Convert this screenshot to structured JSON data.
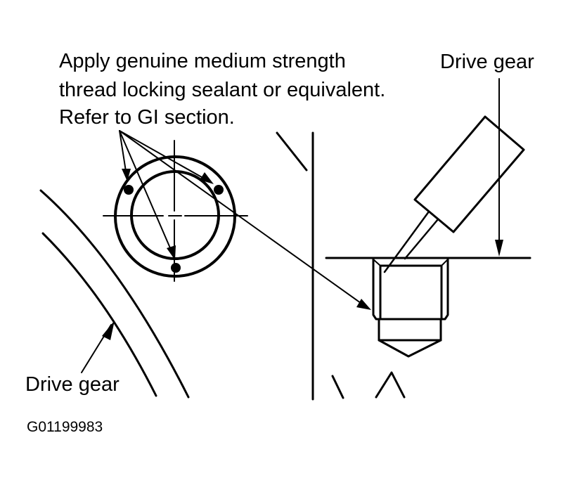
{
  "diagram": {
    "note": {
      "lines": [
        "Apply genuine medium strength",
        "thread locking sealant or equivalent.",
        "Refer to GI section."
      ]
    },
    "labels": {
      "drive_gear_top": "Drive gear",
      "drive_gear_bottom": "Drive gear"
    },
    "figure_id": "G01199983",
    "colors": {
      "ink": "#000000",
      "background": "#ffffff"
    },
    "views": [
      {
        "name": "end-view",
        "description": "Bolt hole end view with three sealant application points"
      },
      {
        "name": "section-view",
        "description": "Threaded hole section with sealant bottle nozzle"
      }
    ]
  }
}
